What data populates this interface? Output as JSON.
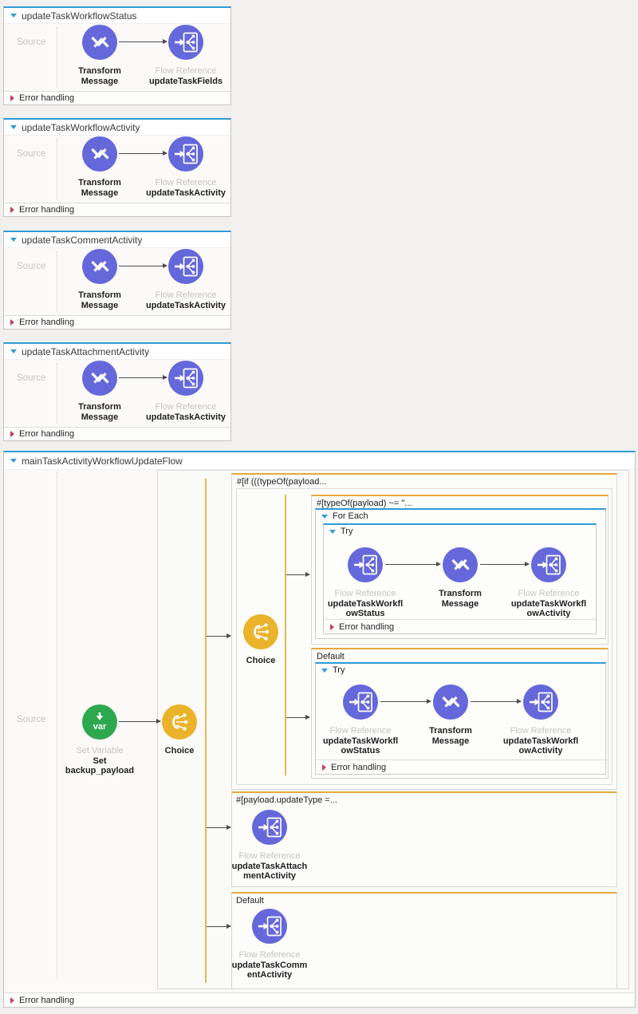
{
  "flows": [
    {
      "title": "updateTaskWorkflowStatus",
      "source": "Source",
      "error": "Error handling",
      "transform": {
        "name_line1": "Transform",
        "name_line2": "Message"
      },
      "flow_ref": {
        "type_label": "Flow Reference",
        "name": "updateTaskFields"
      }
    },
    {
      "title": "updateTaskWorkflowActivity",
      "source": "Source",
      "error": "Error handling",
      "transform": {
        "name_line1": "Transform",
        "name_line2": "Message"
      },
      "flow_ref": {
        "type_label": "Flow Reference",
        "name": "updateTaskActivity"
      }
    },
    {
      "title": "updateTaskCommentActivity",
      "source": "Source",
      "error": "Error handling",
      "transform": {
        "name_line1": "Transform",
        "name_line2": "Message"
      },
      "flow_ref": {
        "type_label": "Flow Reference",
        "name": "updateTaskActivity"
      }
    },
    {
      "title": "updateTaskAttachmentActivity",
      "source": "Source",
      "error": "Error handling",
      "transform": {
        "name_line1": "Transform",
        "name_line2": "Message"
      },
      "flow_ref": {
        "type_label": "Flow Reference",
        "name": "updateTaskActivity"
      }
    }
  ],
  "main": {
    "title": "mainTaskActivityWorkflowUpdateFlow",
    "source": "Source",
    "error": "Error handling",
    "set_variable": {
      "icon_text": "var",
      "type_label": "Set Variable",
      "name_line1": "Set",
      "name_line2": "backup_payload"
    },
    "choice_label": "Choice",
    "branch1": {
      "condition": "#[if (((typeOf(payload...",
      "choice_label": "Choice",
      "when": {
        "condition": "#[typeOf(payload) ~= \"...",
        "for_each_label": "For Each",
        "try_label": "Try",
        "error": "Error handling",
        "step1": {
          "type_label": "Flow Reference",
          "name_line1": "updateTaskWorkfl",
          "name_line2": "owStatus"
        },
        "step2": {
          "name_line1": "Transform",
          "name_line2": "Message"
        },
        "step3": {
          "type_label": "Flow Reference",
          "name_line1": "updateTaskWorkfl",
          "name_line2": "owActivity"
        }
      },
      "default": {
        "label": "Default",
        "try_label": "Try",
        "error": "Error handling",
        "step1": {
          "type_label": "Flow Reference",
          "name_line1": "updateTaskWorkfl",
          "name_line2": "owStatus"
        },
        "step2": {
          "name_line1": "Transform",
          "name_line2": "Message"
        },
        "step3": {
          "type_label": "Flow Reference",
          "name_line1": "updateTaskWorkfl",
          "name_line2": "owActivity"
        }
      }
    },
    "branch2": {
      "condition": "#[payload.updateType =...",
      "step": {
        "type_label": "Flow Reference",
        "name_line1": "updateTaskAttach",
        "name_line2": "mentActivity"
      }
    },
    "branch3": {
      "label": "Default",
      "step": {
        "type_label": "Flow Reference",
        "name_line1": "updateTaskComm",
        "name_line2": "entActivity"
      }
    }
  },
  "colors": {
    "accent_blue": "#2E9BD6",
    "accent_orange": "#E9A93C",
    "processor_purple": "#6568DA",
    "variable_green": "#2EA84E",
    "choice_yellow": "#EBB32B",
    "error_red": "#C2405A"
  }
}
